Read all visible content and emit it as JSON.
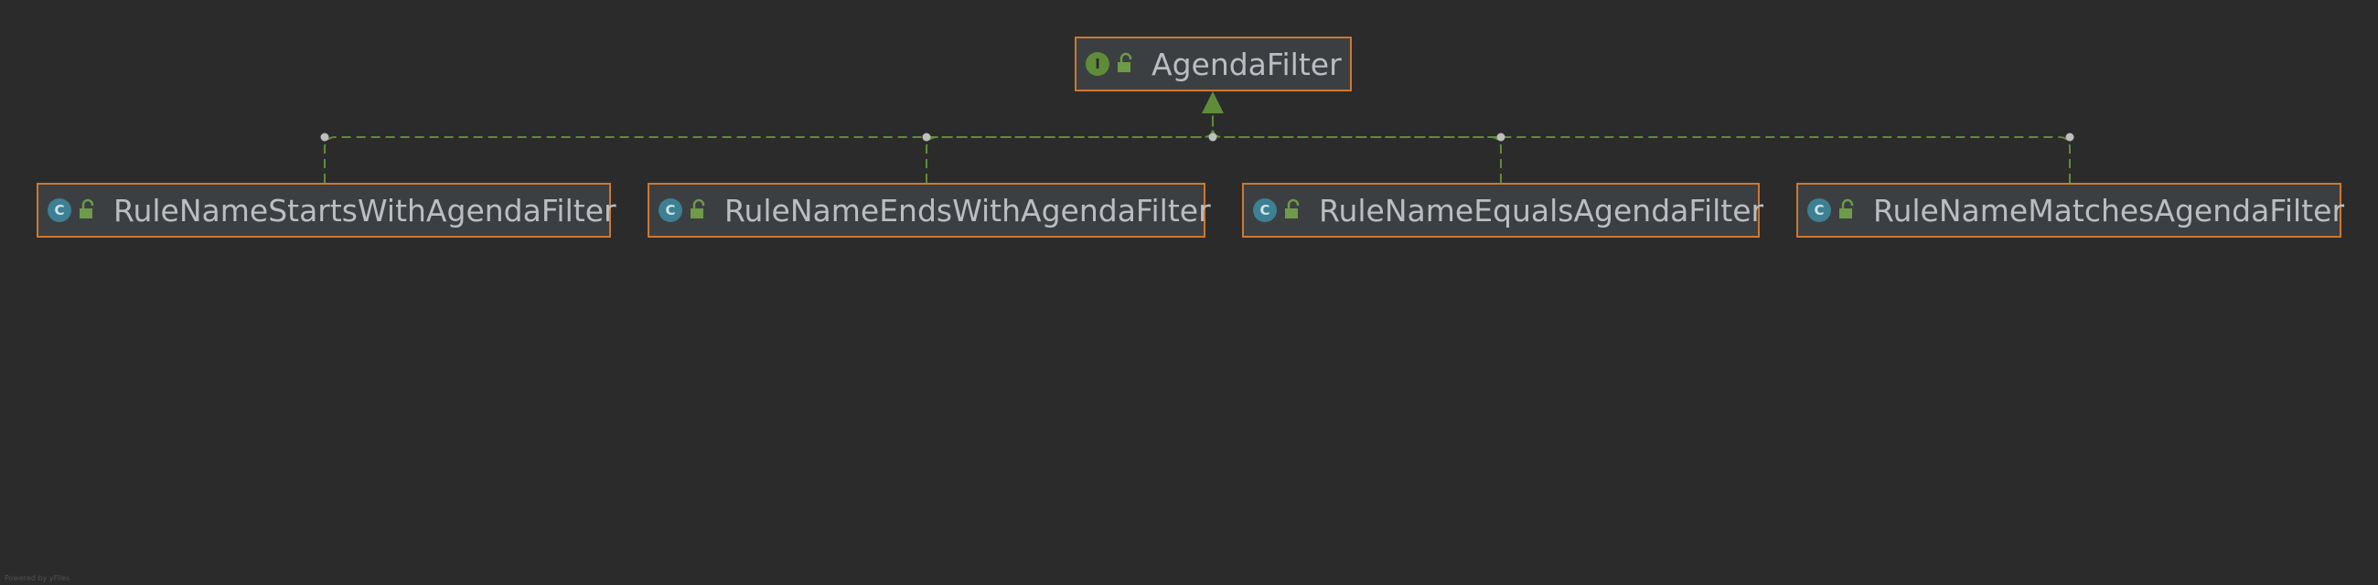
{
  "diagram": {
    "interface": {
      "name": "AgendaFilter",
      "kind_letter": "I",
      "icon": "interface-icon",
      "visibility_icon": "unlocked-public-icon"
    },
    "classes": [
      {
        "name": "RuleNameStartsWithAgendaFilter",
        "kind_letter": "C",
        "icon": "class-icon",
        "visibility_icon": "unlocked-public-icon"
      },
      {
        "name": "RuleNameEndsWithAgendaFilter",
        "kind_letter": "C",
        "icon": "class-icon",
        "visibility_icon": "unlocked-public-icon"
      },
      {
        "name": "RuleNameEqualsAgendaFilter",
        "kind_letter": "C",
        "icon": "class-icon",
        "visibility_icon": "unlocked-public-icon"
      },
      {
        "name": "RuleNameMatchesAgendaFilter",
        "kind_letter": "C",
        "icon": "class-icon",
        "visibility_icon": "unlocked-public-icon"
      }
    ],
    "relation": "implements",
    "colors": {
      "background": "#2b2b2b",
      "node_border": "#cc7832",
      "node_fill": "#3c3f41",
      "text": "#bbbdc2",
      "edge": "#5f8c39",
      "joint": "#bfbfbf"
    },
    "footer": "Powered by yFiles"
  }
}
